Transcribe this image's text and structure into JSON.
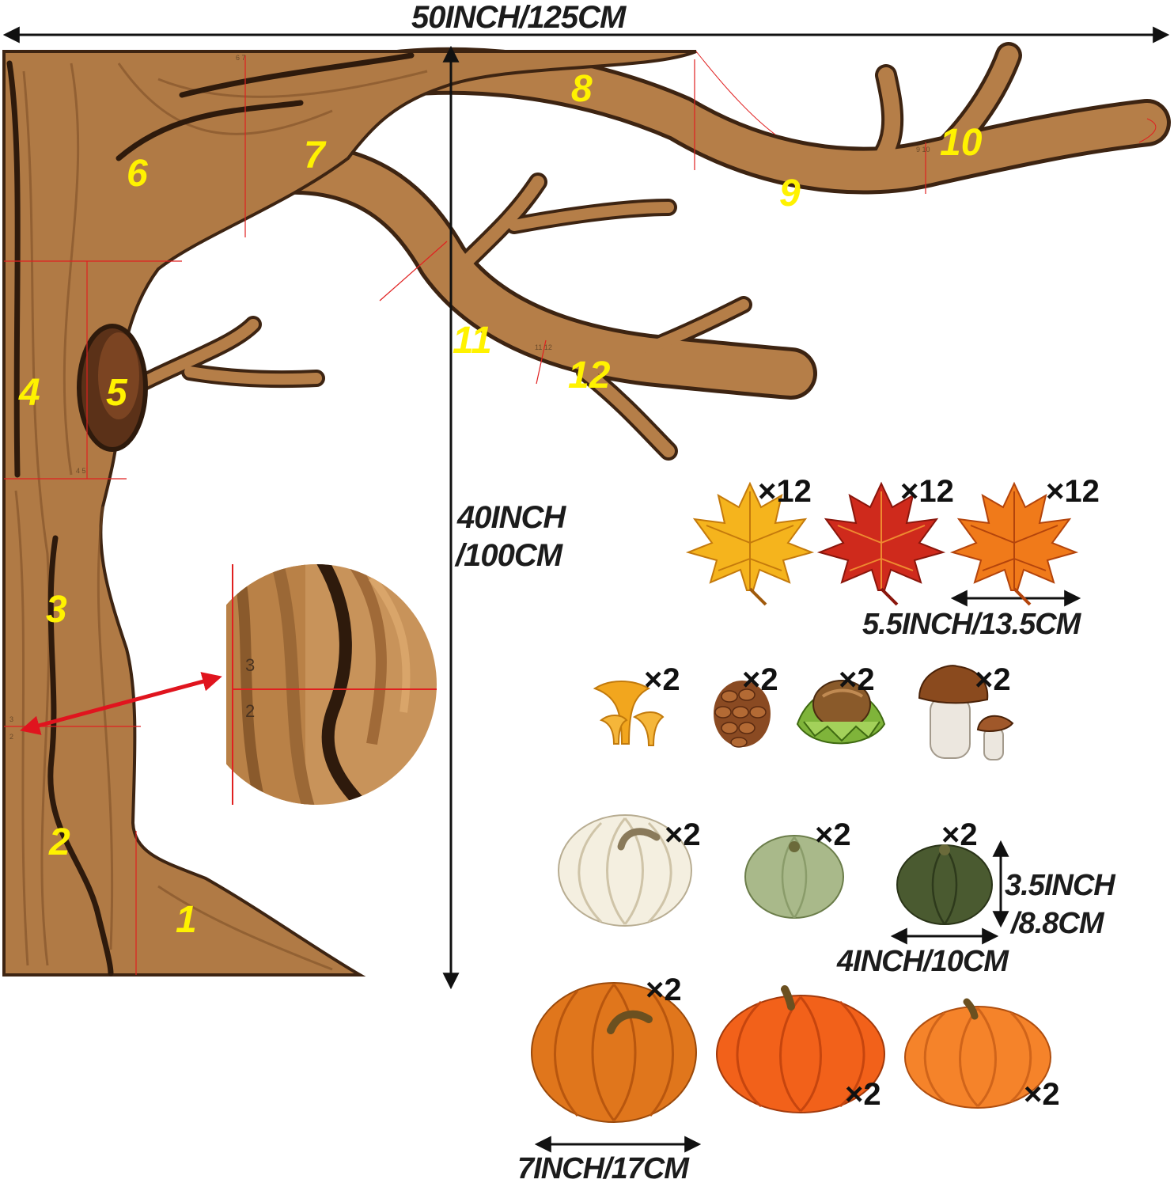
{
  "dimensions": {
    "total_width": "50INCH/125CM",
    "height_line1": "40INCH",
    "height_line2": "/100CM",
    "leaf_width": "5.5INCH/13.5CM",
    "small_pumpkin_height_line1": "3.5INCH",
    "small_pumpkin_height_line2": "/8.8CM",
    "small_pumpkin_width": "4INCH/10CM",
    "large_pumpkin_width": "7INCH/17CM"
  },
  "tree_pieces": [
    "1",
    "2",
    "3",
    "4",
    "5",
    "6",
    "7",
    "8",
    "9",
    "10",
    "11",
    "12"
  ],
  "joint_labels": [
    "3",
    "2"
  ],
  "quantities": {
    "leaf_yellow": "×12",
    "leaf_red": "×12",
    "leaf_orange": "×12",
    "chanterelle": "×2",
    "pinecone": "×2",
    "hazelnut": "×2",
    "mushroom": "×2",
    "pumpkin_white": "×2",
    "pumpkin_green": "×2",
    "pumpkin_darkgreen": "×2",
    "pumpkin_orange_1": "×2",
    "pumpkin_orange_2": "×2",
    "pumpkin_orange_3": "×2"
  },
  "colors": {
    "bark": "#b07a45",
    "bark_dark": "#3d2412",
    "numbers": "#fff200",
    "cut_line": "#e02020"
  }
}
